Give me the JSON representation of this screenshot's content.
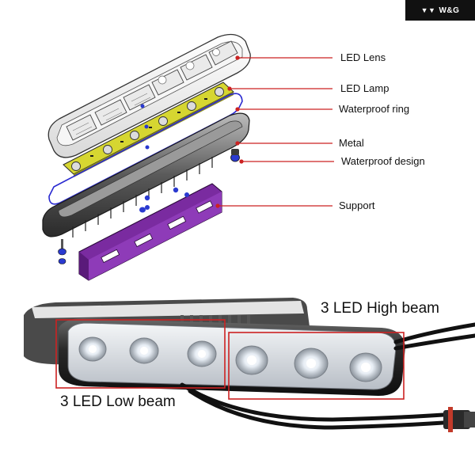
{
  "brand": {
    "logo_text": "W&G"
  },
  "exploded_view": {
    "labels": {
      "led_lens": "LED Lens",
      "led_lamp": "LED Lamp",
      "waterproof_ring": "Waterproof ring",
      "metal": "Metal",
      "waterproof_design": "Waterproof design",
      "support": "Support"
    }
  },
  "photo": {
    "high_beam": "3 LED High beam",
    "low_beam": "3 LED Low beam"
  },
  "colors": {
    "callout_line": "#cc2222",
    "highlight_box": "#cc2222",
    "pcb": "#d6d631",
    "support": "#7a2ba0",
    "ring": "#2a2ad0",
    "metal": "#4a4a4a"
  }
}
